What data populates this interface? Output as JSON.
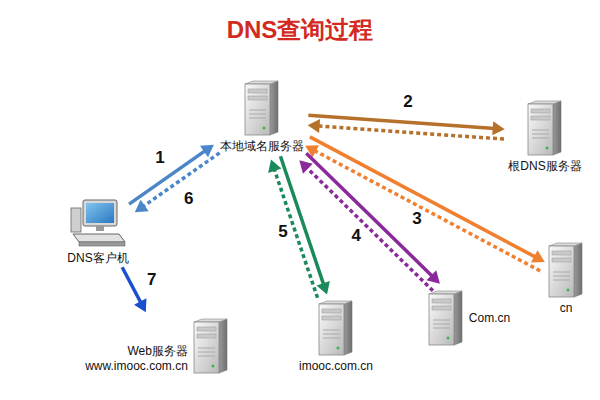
{
  "diagram": {
    "title": "DNS查询过程",
    "nodes": [
      {
        "text": [
          "本地域名服务器"
        ]
      },
      {
        "text": [
          "根DNS服务器"
        ]
      },
      {
        "text": [
          "DNS客户机"
        ]
      },
      {
        "text": [
          "cn"
        ]
      },
      {
        "text": [
          "Com.cn"
        ]
      },
      {
        "text": [
          "imooc.com.cn"
        ]
      },
      {
        "text": [
          "Web服务器",
          "www.imooc.com.cn"
        ]
      }
    ],
    "edges": [
      {
        "from": 2,
        "to": 0,
        "arrow": "to",
        "label": "1"
      },
      {
        "from": 0,
        "to": 2,
        "arrow": "to",
        "label": "6"
      },
      {
        "from": 0,
        "to": 1,
        "arrow": "to",
        "label": "2"
      },
      {
        "from": 1,
        "to": 0,
        "arrow": "to"
      },
      {
        "from": 0,
        "to": 3,
        "arrow": "to",
        "label": "3"
      },
      {
        "from": 3,
        "to": 0,
        "arrow": "to"
      },
      {
        "from": 0,
        "to": 4,
        "arrow": "to",
        "label": "4"
      },
      {
        "from": 4,
        "to": 0,
        "arrow": "to"
      },
      {
        "from": 0,
        "to": 5,
        "arrow": "to",
        "label": "5"
      },
      {
        "from": 5,
        "to": 0,
        "arrow": "to"
      },
      {
        "from": 2,
        "to": 6,
        "arrow": "to",
        "label": "7"
      }
    ]
  }
}
